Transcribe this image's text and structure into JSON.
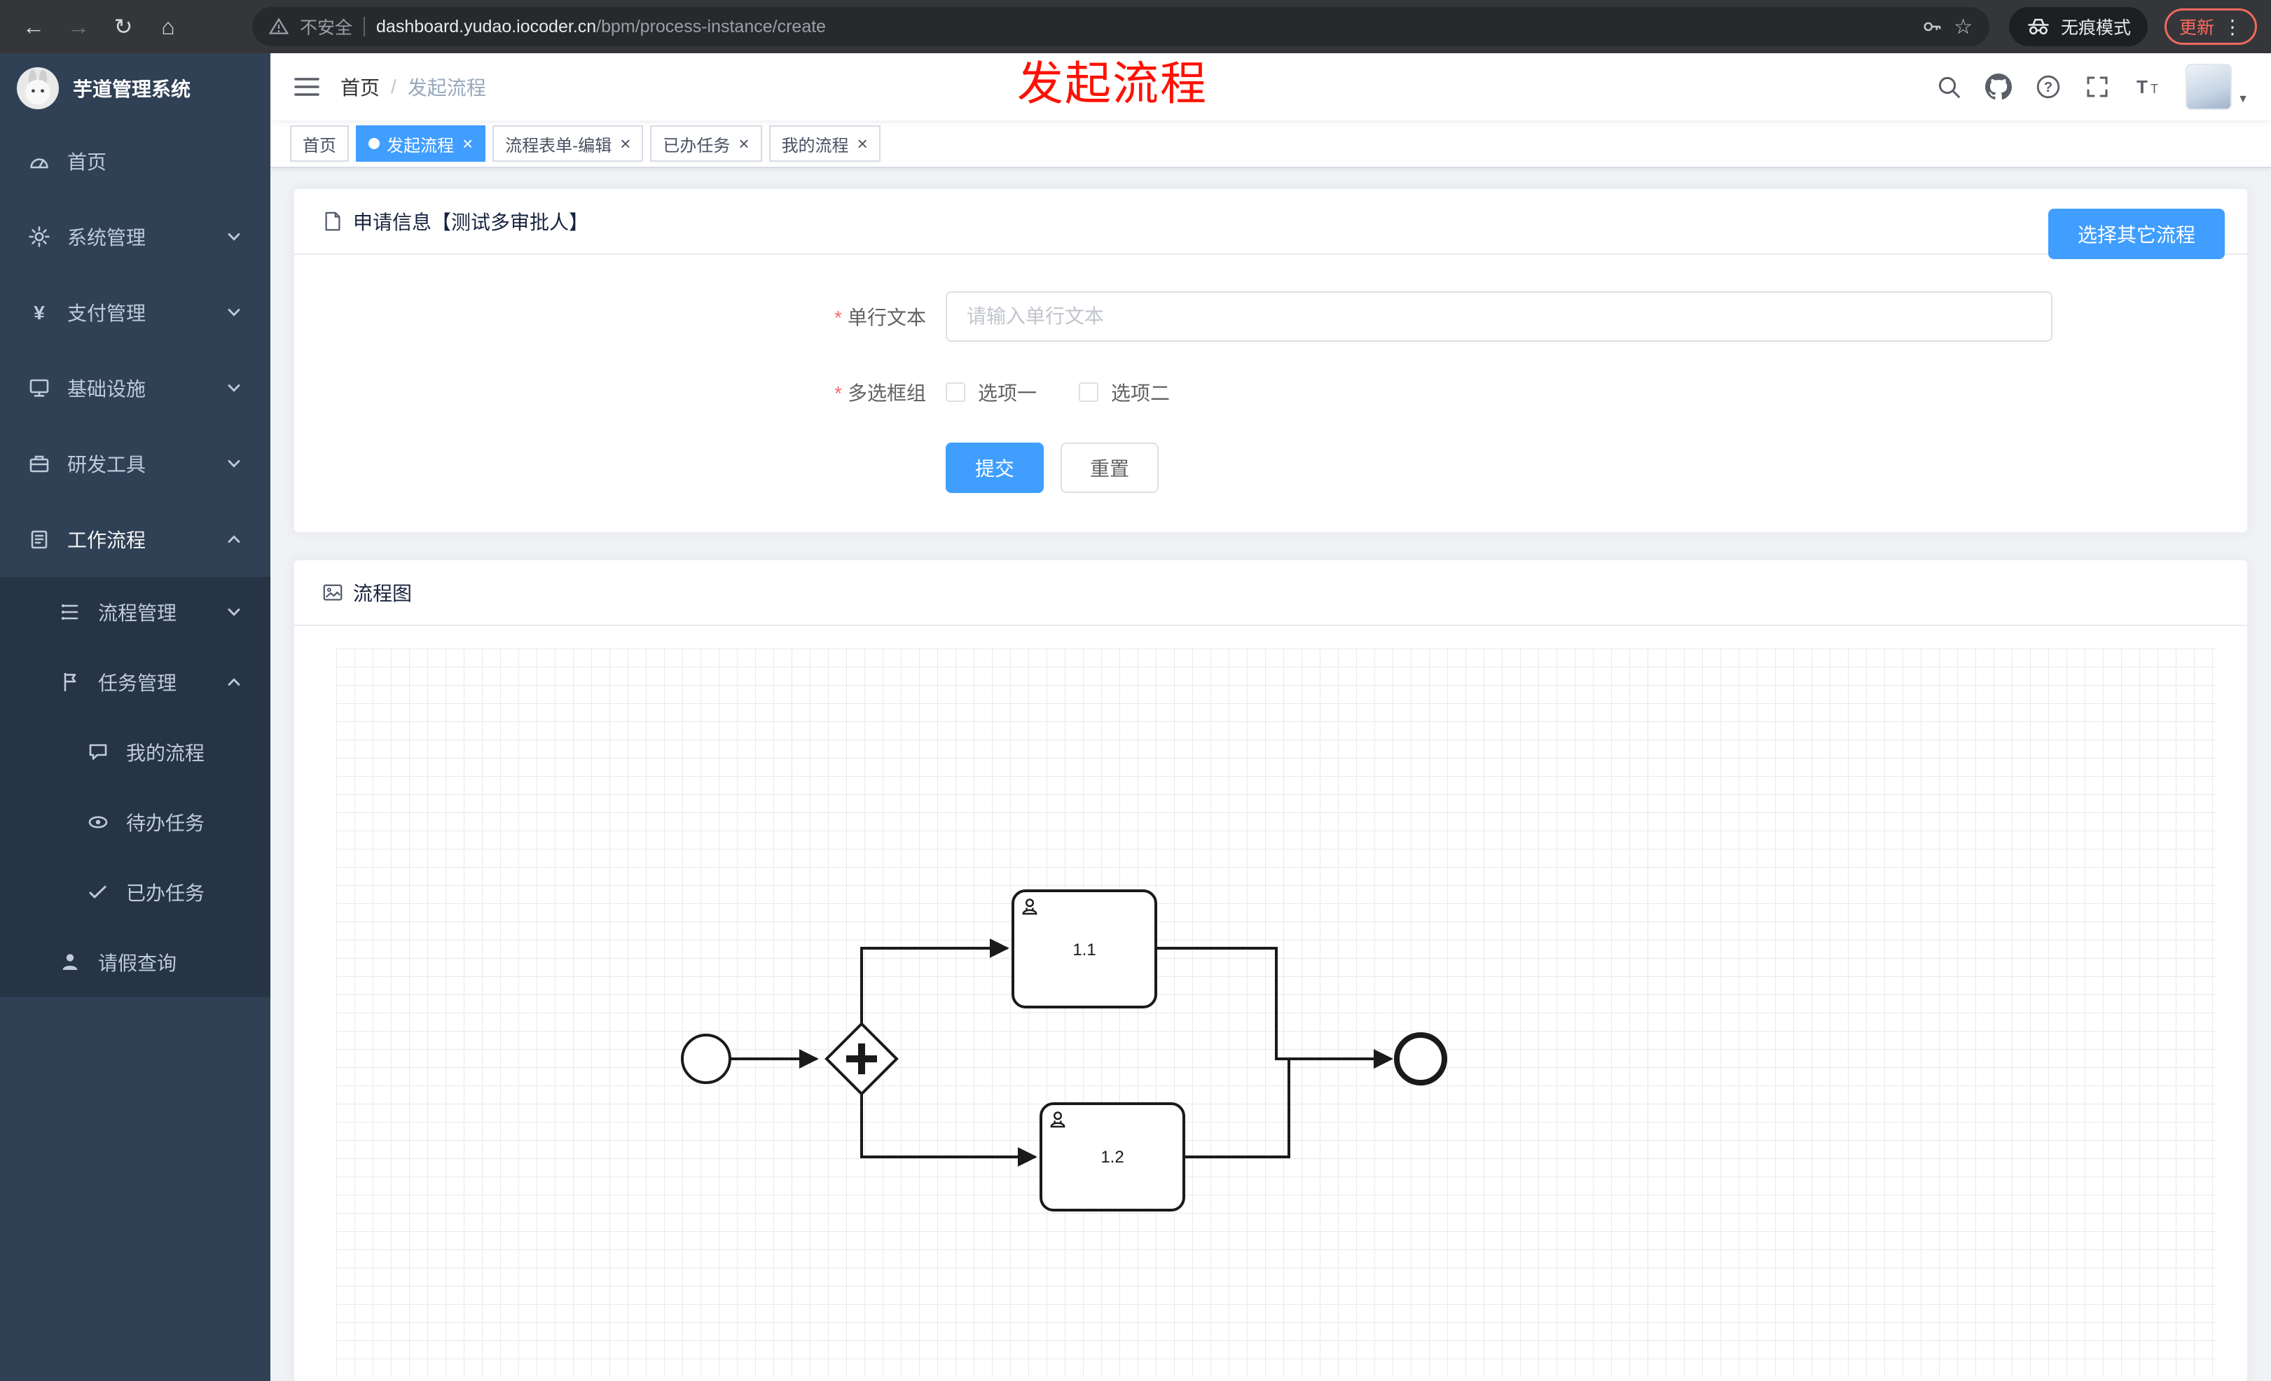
{
  "colors": {
    "accent": "#409eff",
    "sidebar_bg": "#304156",
    "chrome_bg": "#35363a",
    "annotation_red": "#fd1205"
  },
  "icons": {
    "back": "←",
    "forward": "→",
    "reload": "↻",
    "home": "⌂",
    "star": "☆",
    "menu_dots": "⋮",
    "close": "×",
    "caret_down": "▼",
    "required": "*",
    "breadcrumb_separator": "/"
  },
  "browser": {
    "security_label": "不安全",
    "url_domain": "dashboard.yudao.iocoder.cn",
    "url_path": "/bpm/process-instance/create",
    "incognito_label": "无痕模式",
    "update_label": "更新"
  },
  "annotation": {
    "text": "发起流程"
  },
  "sidebar": {
    "logo_title": "芋道管理系统",
    "items": [
      {
        "label": "首页",
        "icon": "dashboard-icon",
        "expandable": false
      },
      {
        "label": "系统管理",
        "icon": "gear-icon",
        "expandable": true,
        "expanded": false
      },
      {
        "label": "支付管理",
        "icon": "yen-icon",
        "expandable": true,
        "expanded": false
      },
      {
        "label": "基础设施",
        "icon": "infrastructure-icon",
        "expandable": true,
        "expanded": false
      },
      {
        "label": "研发工具",
        "icon": "dev-tools-icon",
        "expandable": true,
        "expanded": false
      },
      {
        "label": "工作流程",
        "icon": "workflow-icon",
        "expandable": true,
        "expanded": true
      }
    ],
    "workflow_children": [
      {
        "label": "流程管理",
        "icon": "process-management-icon",
        "expandable": true,
        "expanded": false
      },
      {
        "label": "任务管理",
        "icon": "task-management-icon",
        "expandable": true,
        "expanded": true
      }
    ],
    "task_children": [
      {
        "label": "我的流程",
        "icon": "my-process-icon"
      },
      {
        "label": "待办任务",
        "icon": "eye-icon"
      },
      {
        "label": "已办任务",
        "icon": "check-icon"
      }
    ],
    "leave_item": {
      "label": "请假查询",
      "icon": "person-icon"
    }
  },
  "header": {
    "breadcrumb_home": "首页",
    "breadcrumb_current": "发起流程"
  },
  "tabs": [
    {
      "label": "首页",
      "active": false,
      "closable": false
    },
    {
      "label": "发起流程",
      "active": true,
      "closable": true
    },
    {
      "label": "流程表单-编辑",
      "active": false,
      "closable": true
    },
    {
      "label": "已办任务",
      "active": false,
      "closable": true
    },
    {
      "label": "我的流程",
      "active": false,
      "closable": true
    }
  ],
  "form_card": {
    "title": "申请信息【测试多审批人】",
    "select_other_label": "选择其它流程",
    "fields": [
      {
        "label": "单行文本",
        "required": true,
        "type": "text",
        "value": "",
        "placeholder": "请输入单行文本"
      },
      {
        "label": "多选框组",
        "required": true,
        "type": "checkbox-group",
        "options": [
          {
            "label": "选项一",
            "checked": false
          },
          {
            "label": "选项二",
            "checked": false
          }
        ]
      }
    ],
    "submit_label": "提交",
    "reset_label": "重置"
  },
  "diagram_card": {
    "title": "流程图",
    "type": "bpmn",
    "nodes": [
      {
        "id": "start",
        "type": "start-event",
        "label": ""
      },
      {
        "id": "gateway",
        "type": "parallel-gateway",
        "label": ""
      },
      {
        "id": "task1",
        "type": "user-task",
        "label": "1.1"
      },
      {
        "id": "task2",
        "type": "user-task",
        "label": "1.2"
      },
      {
        "id": "end",
        "type": "end-event",
        "label": ""
      }
    ],
    "flows": [
      {
        "from": "start",
        "to": "gateway"
      },
      {
        "from": "gateway",
        "to": "task1"
      },
      {
        "from": "gateway",
        "to": "task2"
      },
      {
        "from": "task1",
        "to": "end"
      },
      {
        "from": "task2",
        "to": "end"
      }
    ]
  }
}
